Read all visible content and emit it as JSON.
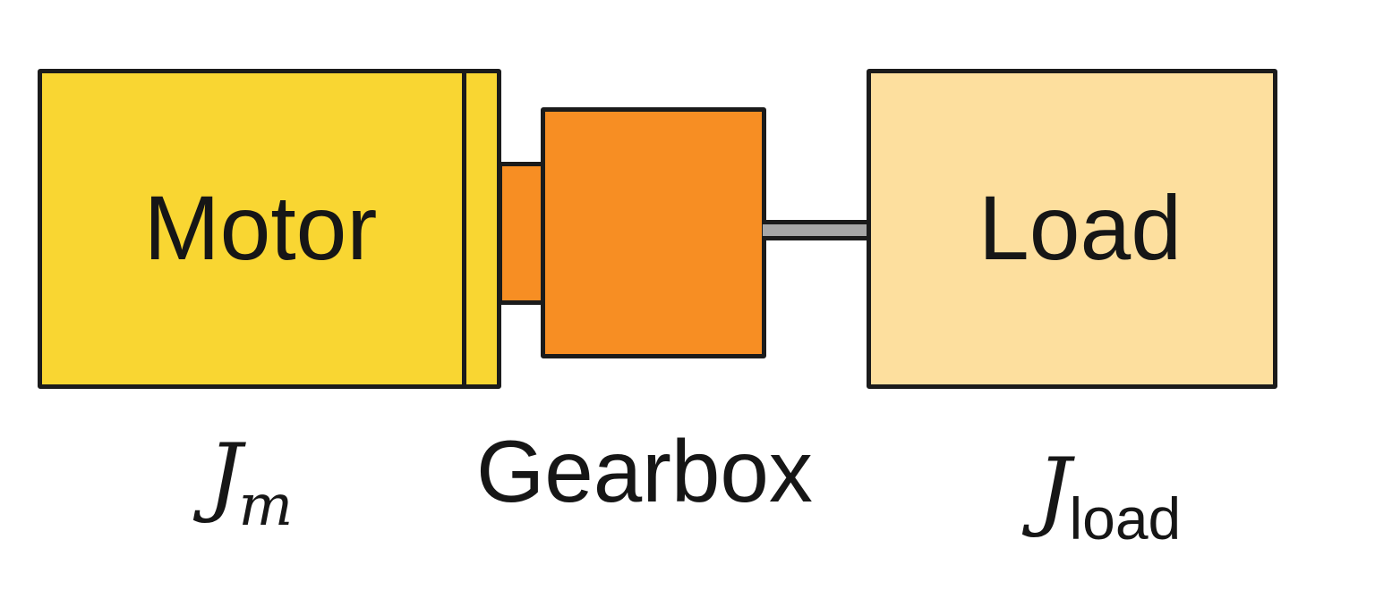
{
  "colors": {
    "motor": "#f9d632",
    "gearbox": "#f78e23",
    "load": "#fddf9e",
    "shaft": "#a7a7a7",
    "outline": "#1b1b1b"
  },
  "motor": {
    "label": "Motor"
  },
  "load": {
    "label": "Load"
  },
  "gearbox": {
    "caption": "Gearbox"
  },
  "inertia": {
    "motor_symbol": "J",
    "motor_subscript": "m",
    "load_symbol": "J",
    "load_subscript": "load"
  }
}
